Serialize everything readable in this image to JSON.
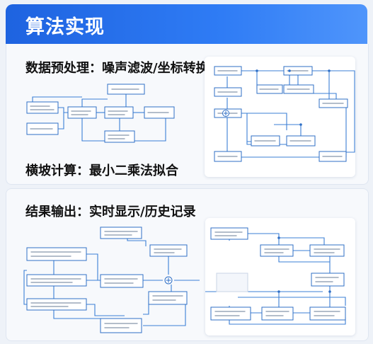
{
  "header": {
    "title": "算法实现"
  },
  "sections": {
    "preprocess": "数据预处理：噪声滤波/坐标转换",
    "slope_calc": "横坡计算：最小二乘法拟合",
    "output": "结果输出：实时显示/历史记录"
  },
  "colors": {
    "header_blue": "#1e63e0",
    "node_border": "#2f6fc6",
    "panel_bg": "#ffffff"
  }
}
